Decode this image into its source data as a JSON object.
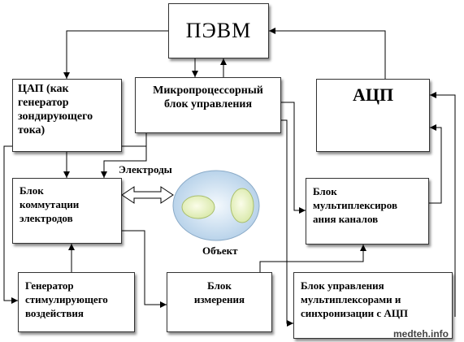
{
  "blocks": {
    "pevm": "ПЭВМ",
    "dac": "ЦАП  (как\nгенератор\nзондирующего\nтока)",
    "mcu": "Микропроцессорный\nблок управления",
    "adc": "АЦП",
    "switch": "Блок\nкоммутации\nэлектродов",
    "mux": "Блок\nмультиплексиров\nания каналов",
    "generator": "Генератор\nстимулирующего\nвоздействия",
    "measure": "Блок\nизмерения",
    "sync": "Блок управления\nмультиплексорами и\nсинхронизации  с АЦП"
  },
  "labels": {
    "electrodes": "Электроды",
    "object": "Объект"
  },
  "watermark": "medteh.info"
}
